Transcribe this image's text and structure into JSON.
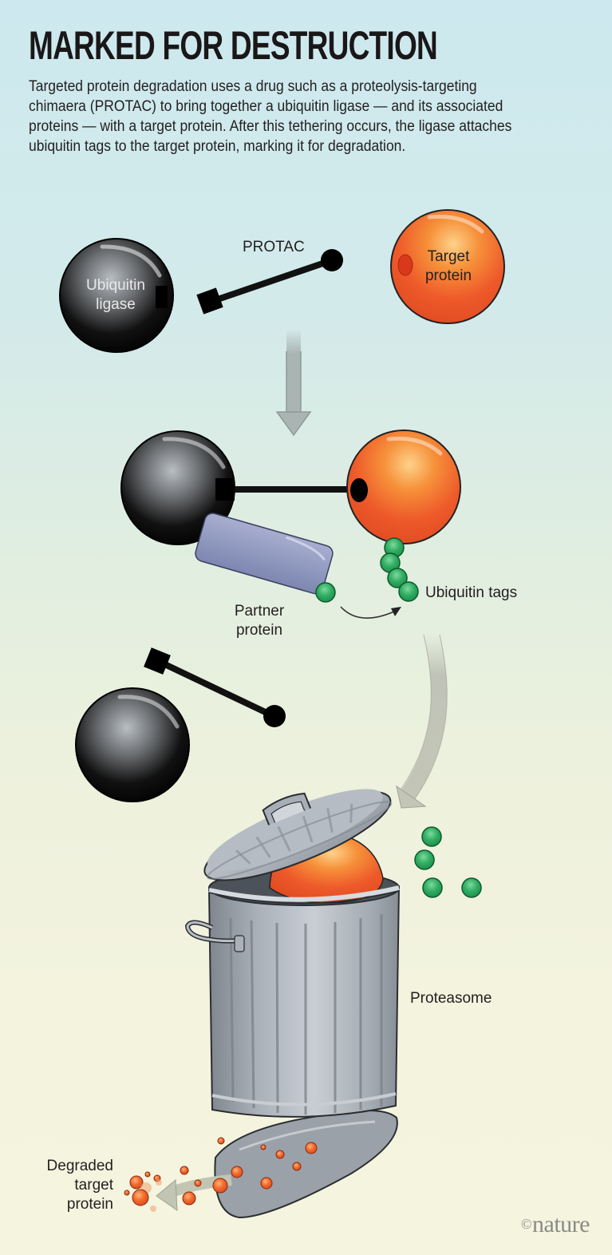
{
  "title": "MARKED FOR DESTRUCTION",
  "intro": "Targeted protein degradation uses a drug such as a proteolysis-targeting chimaera (PROTAC) to bring together a ubiquitin ligase — and its associated proteins — with a target protein. After this tethering occurs, the ligase attaches ubiquitin tags to the target protein, marking it for degradation.",
  "labels": {
    "protac": "PROTAC",
    "ubiquitin_ligase_line1": "Ubiquitin",
    "ubiquitin_ligase_line2": "ligase",
    "target_protein_line1": "Target",
    "target_protein_line2": "protein",
    "partner_protein_line1": "Partner",
    "partner_protein_line2": "protein",
    "ubiquitin_tags": "Ubiquitin tags",
    "proteasome": "Proteasome",
    "degraded_line1": "Degraded",
    "degraded_line2": "target",
    "degraded_line3": "protein"
  },
  "credit": {
    "symbol": "©",
    "brand": "nature"
  },
  "colors": {
    "ligase": "#1a1a1a",
    "target": "#ee5a2a",
    "partner": "#8c96bd",
    "ubiquitin": "#2fae62",
    "proteasome": "#a9b0b8",
    "arrow": "#b3bab6"
  }
}
